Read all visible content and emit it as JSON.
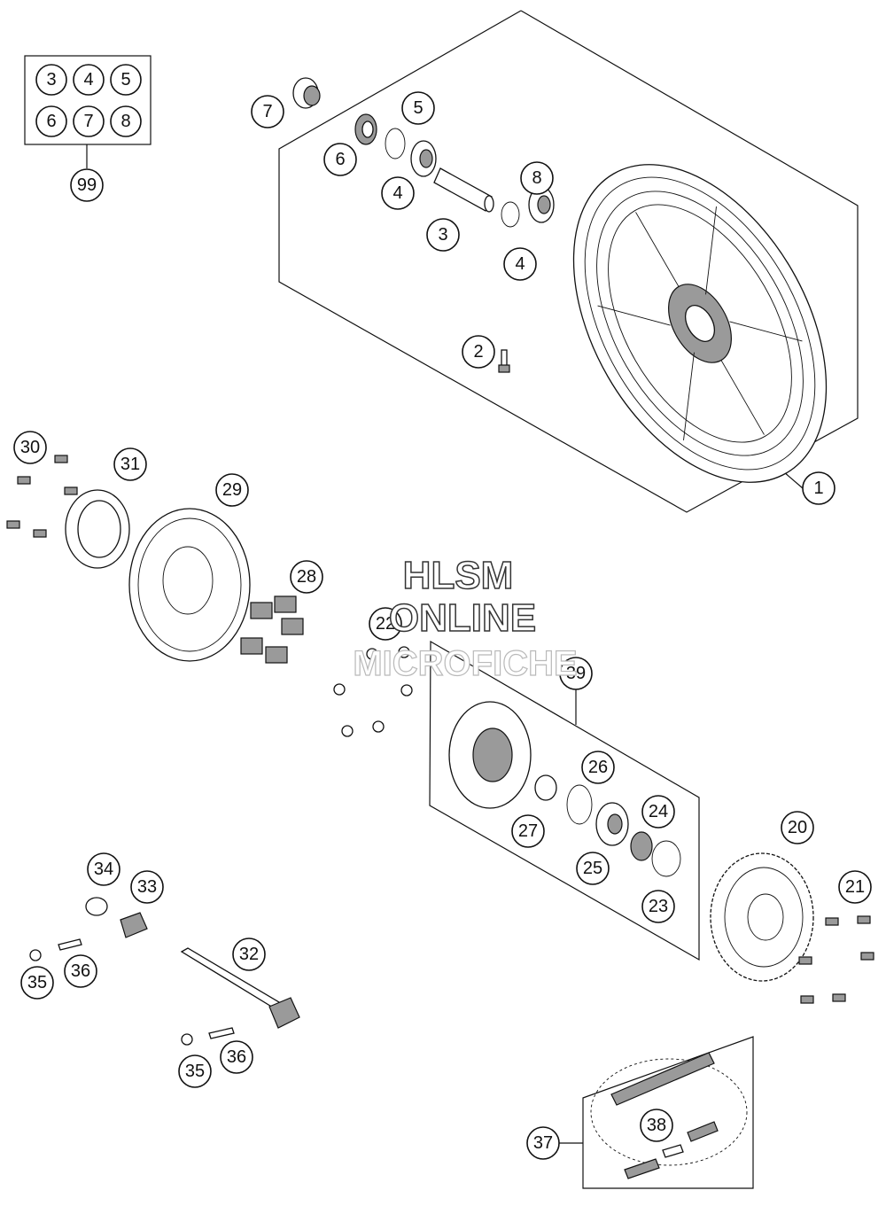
{
  "watermark": {
    "line1": "HLSM",
    "line2": "ONLINE",
    "line3": "MICROFICHE"
  },
  "kit": {
    "number": "99",
    "contents": [
      "3",
      "4",
      "5",
      "6",
      "7",
      "8"
    ]
  },
  "callouts": {
    "c1": "1",
    "c2": "2",
    "c3": "3",
    "c4a": "4",
    "c4b": "4",
    "c5": "5",
    "c6": "6",
    "c7": "7",
    "c8": "8",
    "c20": "20",
    "c21": "21",
    "c22": "22",
    "c23": "23",
    "c24": "24",
    "c25": "25",
    "c26": "26",
    "c27": "27",
    "c28": "28",
    "c29": "29",
    "c30": "30",
    "c31": "31",
    "c32": "32",
    "c33": "33",
    "c34": "34",
    "c35a": "35",
    "c35b": "35",
    "c36a": "36",
    "c36b": "36",
    "c37": "37",
    "c38": "38",
    "c39": "39"
  }
}
